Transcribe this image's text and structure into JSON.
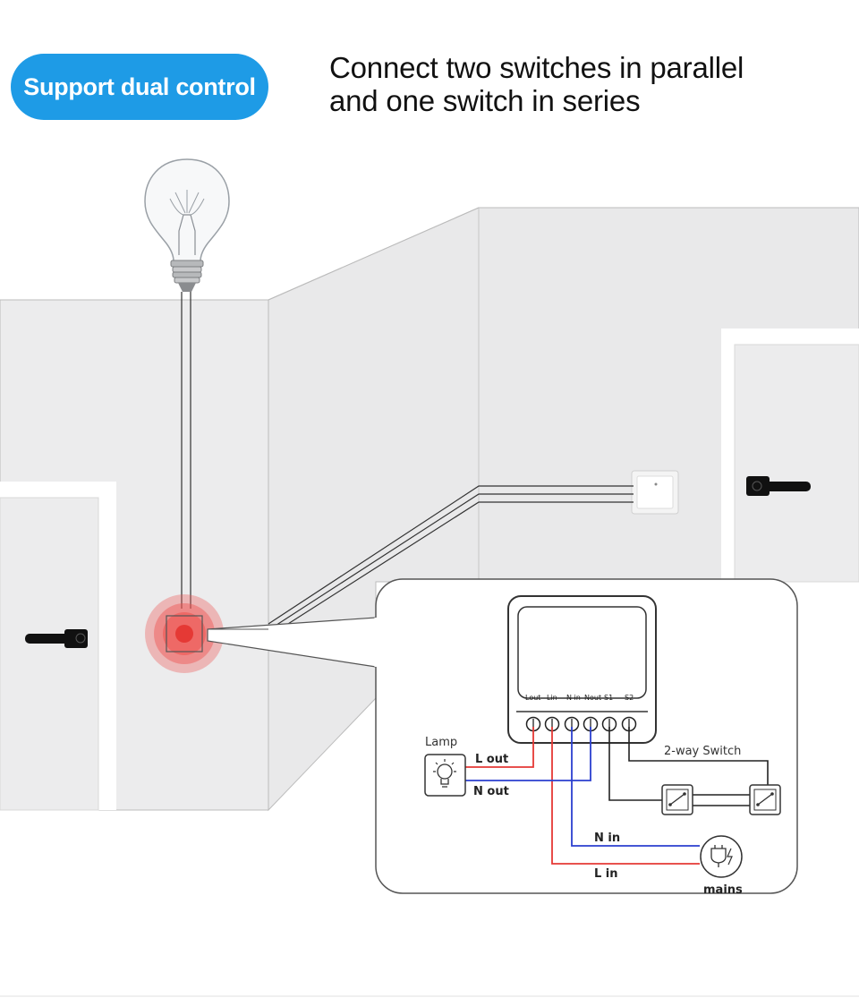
{
  "badge": {
    "label": "Support dual control"
  },
  "headline": {
    "line1": "Connect two switches in parallel",
    "line2": "and one switch in series"
  },
  "module": {
    "terminals": [
      "Lout",
      "Lin",
      "N in",
      "Nout",
      "S1",
      "S2"
    ]
  },
  "wiring": {
    "lamp_label": "Lamp",
    "l_out": "L out",
    "n_out": "N out",
    "n_in": "N in",
    "l_in": "L in",
    "mains_label": "mains",
    "switch_label": "2-way Switch"
  },
  "colors": {
    "accent": "#1e9be6",
    "live_wire": "#e53935",
    "neutral_wire": "#2b3fcf",
    "highlight": "#ef5350",
    "wall": "#ececed"
  }
}
